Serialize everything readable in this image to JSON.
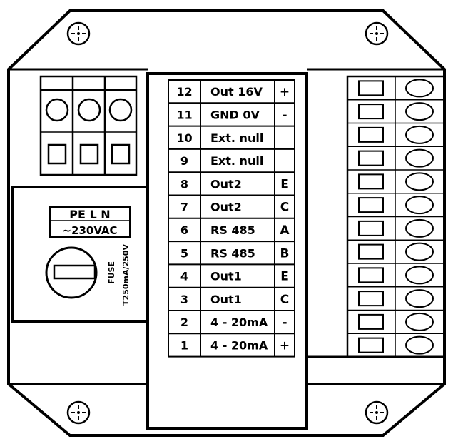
{
  "power_label": {
    "terminals": "PE L N",
    "voltage": "~230VAC"
  },
  "fuse": {
    "title": "FUSE",
    "rating": "T250mA/250V"
  },
  "terminal_table": [
    {
      "num": "12",
      "name": "Out 16V",
      "polarity": "+"
    },
    {
      "num": "11",
      "name": "GND 0V",
      "polarity": "-"
    },
    {
      "num": "10",
      "name": "Ext. null",
      "polarity": ""
    },
    {
      "num": "9",
      "name": "Ext. null",
      "polarity": ""
    },
    {
      "num": "8",
      "name": "Out2",
      "polarity": "E"
    },
    {
      "num": "7",
      "name": "Out2",
      "polarity": "C"
    },
    {
      "num": "6",
      "name": "RS 485",
      "polarity": "A"
    },
    {
      "num": "5",
      "name": "RS 485",
      "polarity": "B"
    },
    {
      "num": "4",
      "name": "Out1",
      "polarity": "E"
    },
    {
      "num": "3",
      "name": "Out1",
      "polarity": "C"
    },
    {
      "num": "2",
      "name": "4 - 20mA",
      "polarity": "-"
    },
    {
      "num": "1",
      "name": "4 - 20mA",
      "polarity": "+"
    }
  ],
  "power_terminal_block": {
    "screws": 3
  },
  "signal_terminal_block": {
    "screws": 12
  },
  "mounting_holes": [
    "top-left",
    "top-right",
    "bottom-left",
    "bottom-right"
  ],
  "colors": {
    "line": "#000000",
    "background": "#ffffff"
  }
}
